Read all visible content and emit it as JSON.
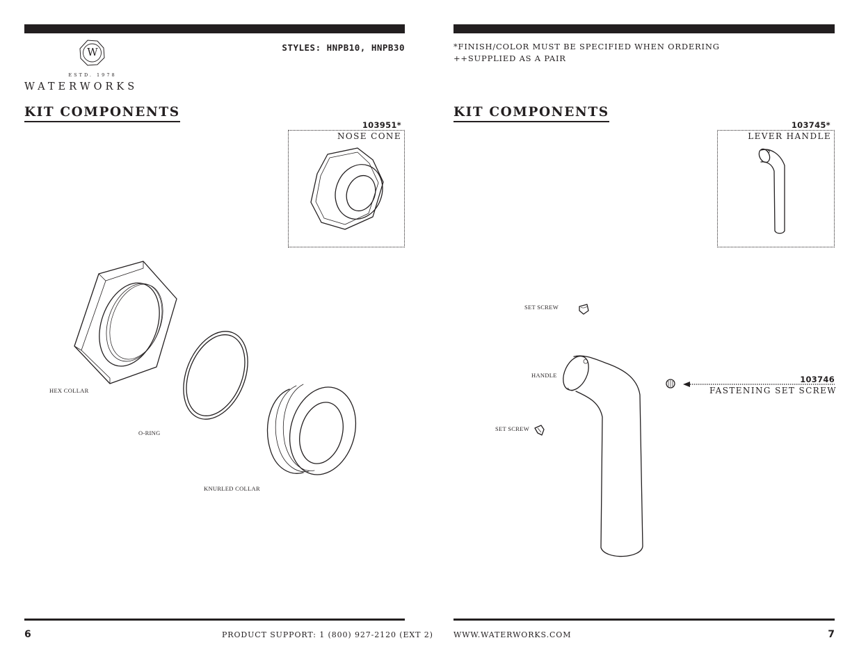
{
  "left_page": {
    "logo": {
      "monogram": "W",
      "established": "ESTD. 1978",
      "wordmark": "WATERWORKS"
    },
    "styles_line": "STYLES: HNPB10, HNPB30",
    "heading": "KIT COMPONENTS",
    "inset_part": {
      "number": "103951*",
      "name": "NOSE CONE"
    },
    "labels": {
      "hex_collar": "HEX COLLAR",
      "o_ring": "O-RING",
      "knurled_collar": "KNURLED COLLAR"
    },
    "page_number": "6",
    "support": "PRODUCT SUPPORT: 1 (800) 927-2120 (EXT 2)"
  },
  "right_page": {
    "notes": [
      "*FINISH/COLOR MUST BE SPECIFIED WHEN ORDERING",
      "++SUPPLIED AS A PAIR"
    ],
    "heading": "KIT COMPONENTS",
    "inset_part": {
      "number": "103745*",
      "name": "LEVER HANDLE"
    },
    "callout_part": {
      "number": "103746",
      "name": "FASTENING SET SCREW"
    },
    "labels": {
      "set_screw_top": "SET SCREW",
      "handle": "HANDLE",
      "set_screw_side": "SET SCREW"
    },
    "website": "WWW.WATERWORKS.COM",
    "page_number": "7"
  }
}
